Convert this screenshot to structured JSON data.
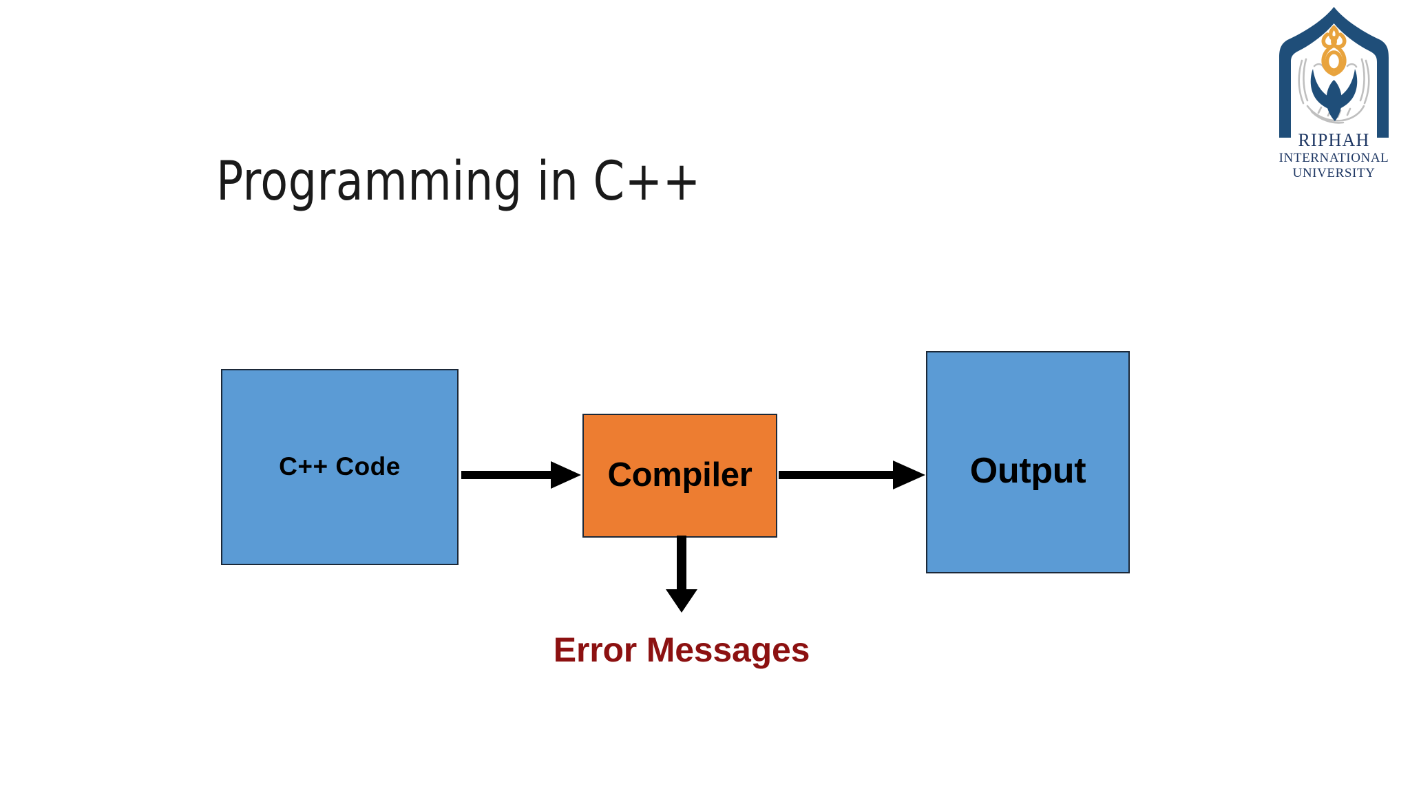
{
  "slide": {
    "title": "Programming in C++",
    "background_color": "#FFFFFF"
  },
  "logo": {
    "name": "riphah-international-university-logo",
    "line1": "RIPHAH",
    "line2": "INTERNATIONAL",
    "line3": "UNIVERSITY",
    "arch_color": "#1F4E79",
    "flame_color": "#E8A33D",
    "hands_color": "#1F4E79",
    "calligraphy_color": "#BFBFBF",
    "text_color": "#1F3864"
  },
  "diagram": {
    "type": "flowchart",
    "nodes": [
      {
        "id": "code",
        "label": "C++ Code",
        "fill": "#5B9BD5",
        "border": "#1B2838",
        "text_color": "#000000"
      },
      {
        "id": "compiler",
        "label": "Compiler",
        "fill": "#ED7D31",
        "border": "#1B2838",
        "text_color": "#000000"
      },
      {
        "id": "output",
        "label": "Output",
        "fill": "#5B9BD5",
        "border": "#1B2838",
        "text_color": "#000000"
      }
    ],
    "error_label": {
      "id": "error-messages",
      "label": "Error Messages",
      "text_color": "#8C1111"
    },
    "arrows": [
      {
        "id": "code-to-compiler",
        "from": "code",
        "to": "compiler",
        "direction": "right",
        "color": "#000000"
      },
      {
        "id": "compiler-to-output",
        "from": "compiler",
        "to": "output",
        "direction": "right",
        "color": "#000000"
      },
      {
        "id": "compiler-to-errors",
        "from": "compiler",
        "to": "error-messages",
        "direction": "down",
        "color": "#000000"
      }
    ]
  }
}
